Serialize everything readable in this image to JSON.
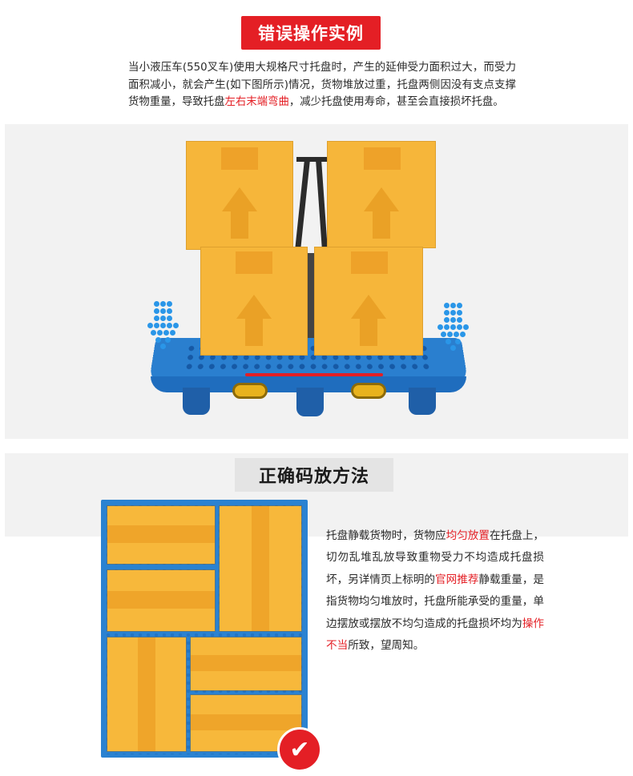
{
  "wrong_section": {
    "title": "错误操作实例",
    "paragraph": [
      {
        "text": "当小液压车(550叉车)使用大规格尺寸托盘时，产生的延伸受力面积过大，而受力面积减小，就会产生(如下图所示)情况，货物堆放过重，托盘两侧因没有支点支撑货物重量，导致托盘",
        "highlight": false
      },
      {
        "text": "左右末端弯曲",
        "highlight": true
      },
      {
        "text": "，减少托盘使用寿命，甚至会直接损坏托盘。",
        "highlight": false
      }
    ]
  },
  "correct_section": {
    "title": "正确码放方法",
    "paragraph": [
      {
        "text": "托盘静载货物时，货物应",
        "highlight": false
      },
      {
        "text": "均匀放置",
        "highlight": true
      },
      {
        "text": "在托盘上，切勿乱堆乱放导致重物受力不均造成托盘损坏，另详情页上标明的",
        "highlight": false
      },
      {
        "text": "官网推荐",
        "highlight": true
      },
      {
        "text": "静载重量，是指货物均匀堆放时，托盘所能承受的重量，单边摆放或摆放不均匀造成的托盘损坏均为",
        "highlight": false
      },
      {
        "text": "操作不当",
        "highlight": true
      },
      {
        "text": "所致，望周知。",
        "highlight": false
      }
    ],
    "badge_icon": "checkmark-icon",
    "badge_glyph": "✔"
  },
  "colors": {
    "accent_red": "#e41f25",
    "pallet_blue": "#2a7fcf",
    "box_orange": "#f6b63a"
  }
}
